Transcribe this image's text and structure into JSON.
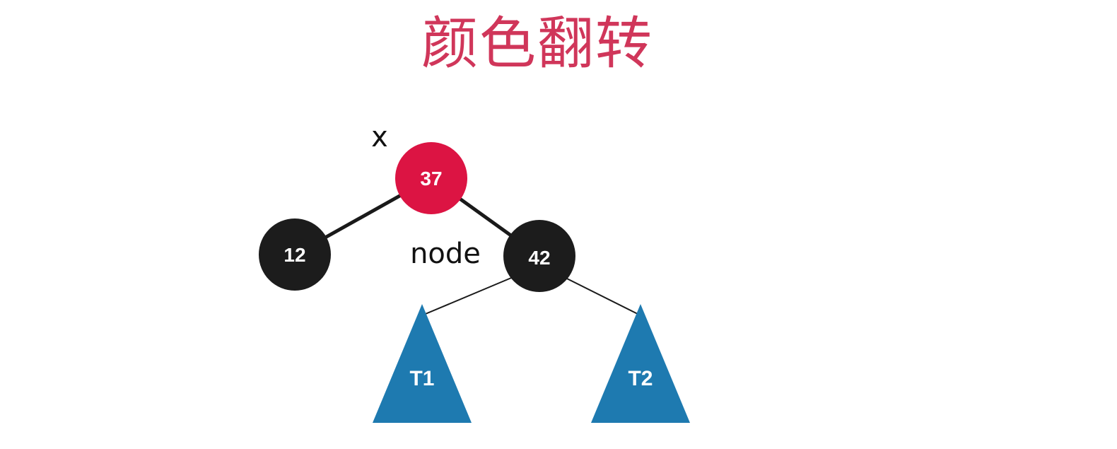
{
  "title": "颜色翻转",
  "colors": {
    "title": "#d0365a",
    "red_node": "#dc1443",
    "black_node": "#1c1c1c",
    "subtree": "#1e7ab0",
    "edge": "#1a1a1a"
  },
  "nodes": {
    "n37": {
      "label": "37",
      "color": "red"
    },
    "n12": {
      "label": "12",
      "color": "black"
    },
    "n42": {
      "label": "42",
      "color": "black"
    }
  },
  "subtrees": {
    "t1": {
      "label": "T1"
    },
    "t2": {
      "label": "T2"
    }
  },
  "annotations": {
    "x": "x",
    "node": "node"
  }
}
